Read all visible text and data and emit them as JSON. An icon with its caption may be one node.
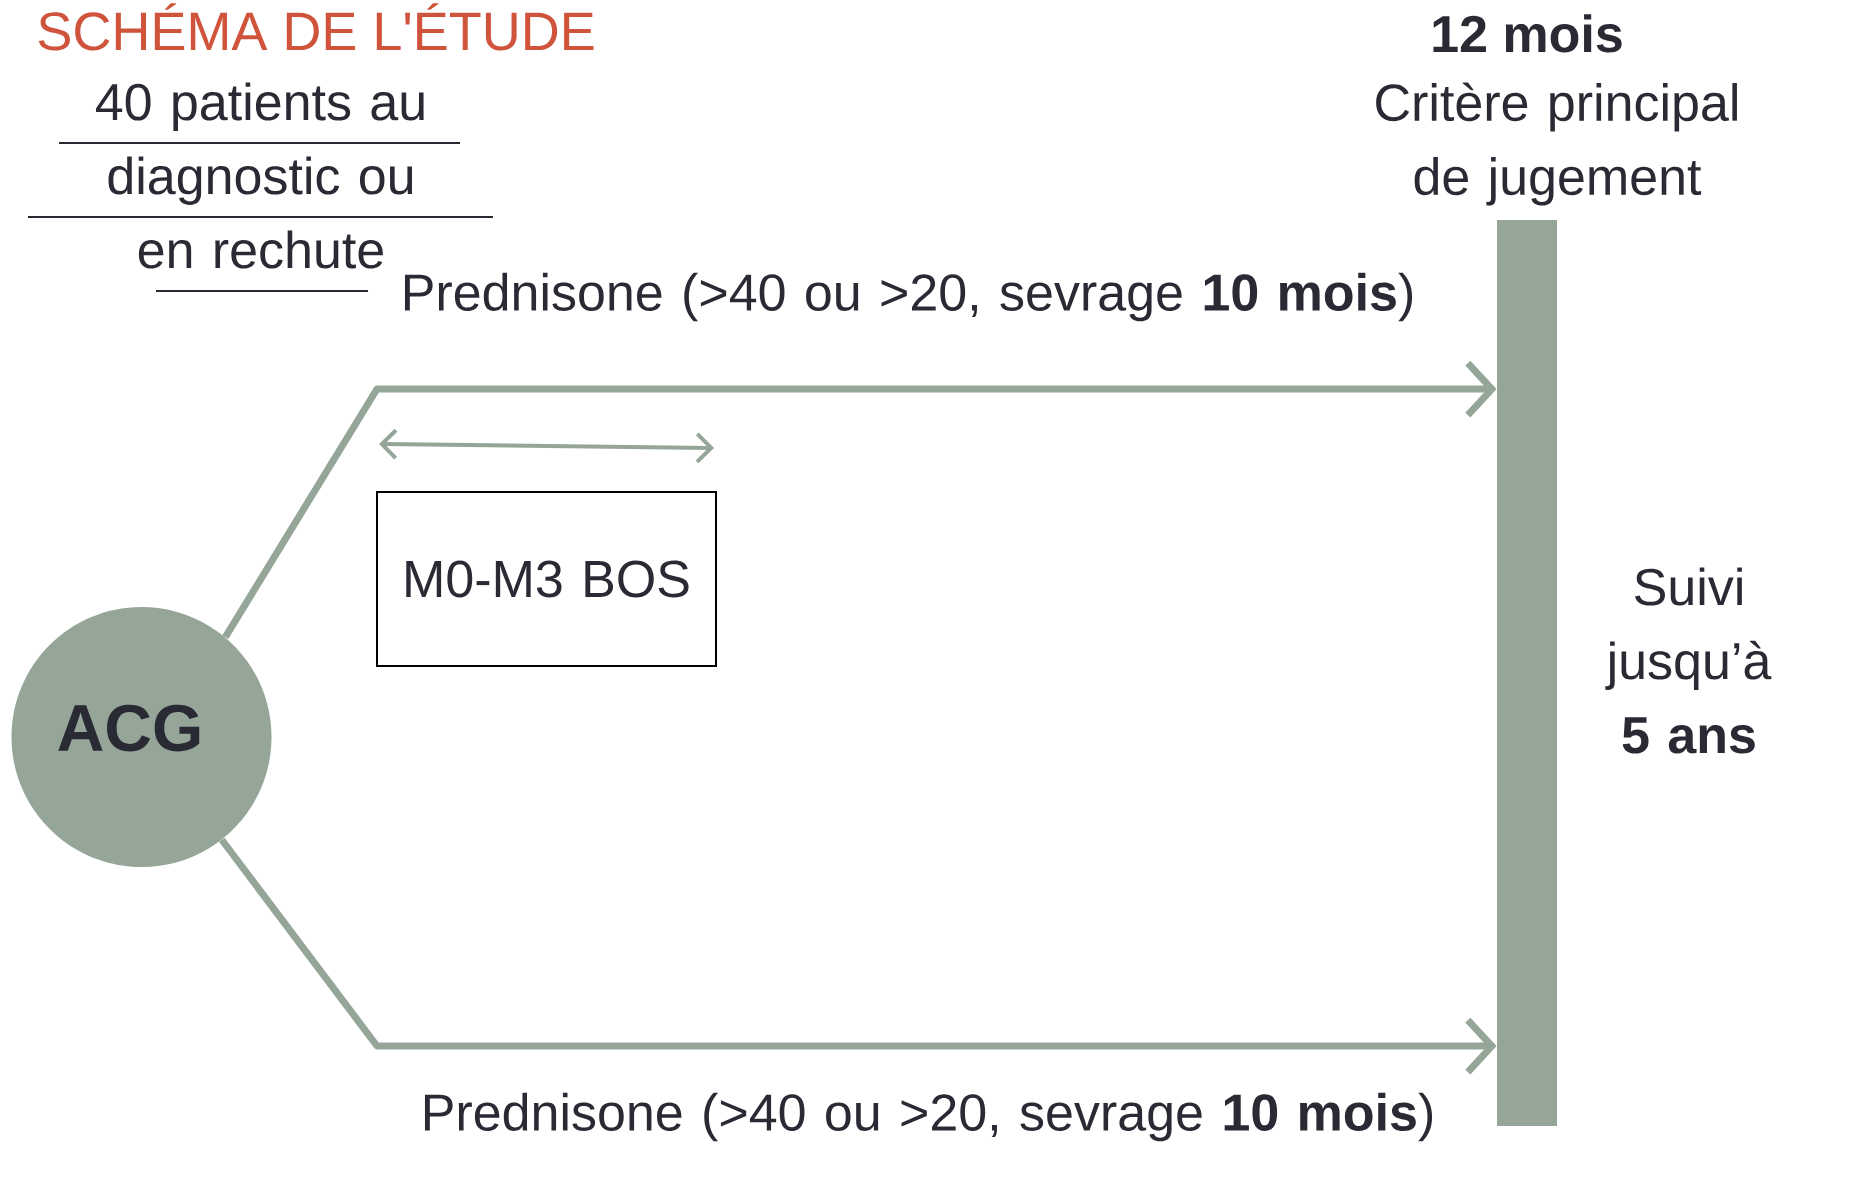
{
  "diagram": {
    "title": "SCHÉMA DE L'ÉTUDE",
    "nodes": [
      {
        "text": [
          "ACG"
        ]
      },
      {
        "text": [
          "12 mois",
          "Critère principal de jugement"
        ],
        "beside": [
          "Suivi jusqu’à **5 ans**"
        ]
      },
      {
        "text": [
          "M0-M3 BOS"
        ]
      }
    ],
    "edges": [
      {
        "from": 0,
        "to": 1,
        "arrow": "to",
        "label": "Prednisone (>40 ou >20, sevrage **10 mois**)"
      },
      {
        "from": 0,
        "to": 1,
        "arrow": "to",
        "label": "Prednisone (>40 ou >20, sevrage **10 mois**)"
      }
    ],
    "labels": [
      "40 patients au diagnostic ou en rechute"
    ]
  }
}
